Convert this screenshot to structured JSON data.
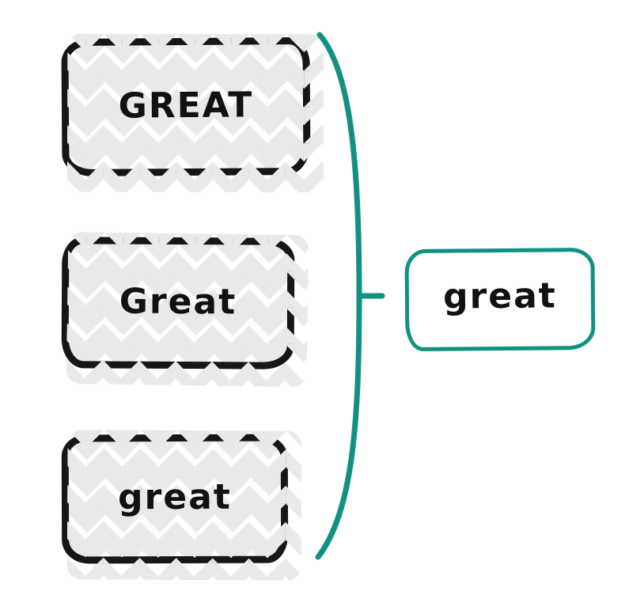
{
  "colors": {
    "accent_teal": "#129183",
    "box_border": "#161616",
    "text": "#111111",
    "pattern_gray": "#e9e9e9",
    "background": "#ffffff"
  },
  "variants": [
    {
      "label": "GREAT"
    },
    {
      "label": "Great"
    },
    {
      "label": "great"
    }
  ],
  "normalized": {
    "label": "great"
  },
  "icons": {
    "brace": "curly-brace-right"
  }
}
